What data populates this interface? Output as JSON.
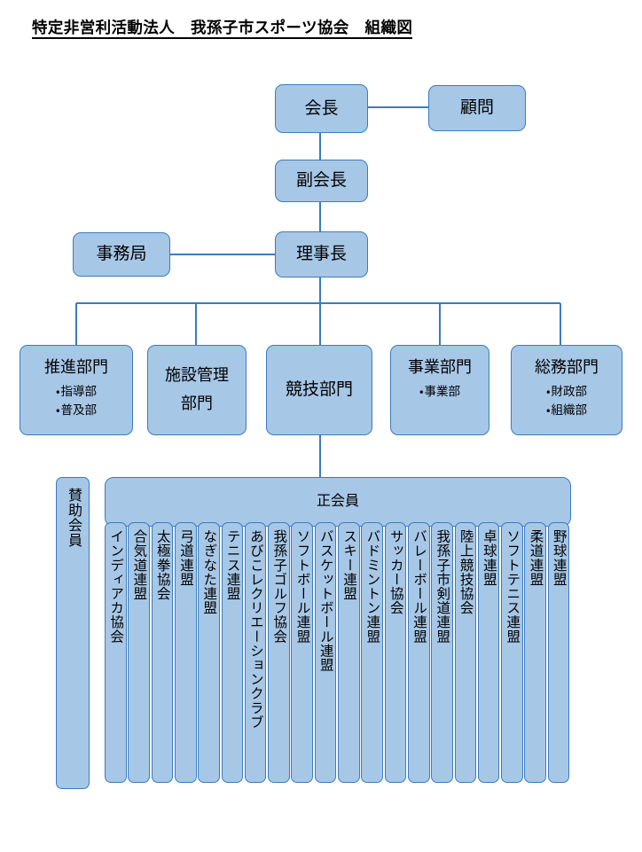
{
  "title": "特定非営利活動法人　我孫子市スポーツ協会　組織図",
  "colors": {
    "box_fill": "#a7c7e7",
    "box_border": "#3a7cbe",
    "connector": "#3a7cbe",
    "text": "#000000",
    "background": "#ffffff"
  },
  "hierarchy": {
    "president": "会長",
    "advisor": "顧問",
    "vice_president": "副会長",
    "chairman": "理事長",
    "secretariat": "事務局"
  },
  "departments": [
    {
      "name": "推進部門",
      "two_line": false,
      "subs": [
        "指導部",
        "普及部"
      ]
    },
    {
      "name": "施設管理\n部門",
      "two_line": true,
      "subs": []
    },
    {
      "name": "競技部門",
      "two_line": false,
      "subs": []
    },
    {
      "name": "事業部門",
      "two_line": false,
      "subs": [
        "事業部"
      ]
    },
    {
      "name": "総務部門",
      "two_line": false,
      "subs": [
        "財政部",
        "組織部"
      ]
    }
  ],
  "membership": {
    "regular_label": "正会員",
    "supporting_label": "賛助会員"
  },
  "member_organizations": [
    "インディアカ協会",
    "合気道連盟",
    "太極拳協会",
    "弓道連盟",
    "なぎなた連盟",
    "テニス連盟",
    "あびこレクリエーションクラブ",
    "我孫子ゴルフ協会",
    "ソフトボール連盟",
    "バスケットボール連盟",
    "スキー連盟",
    "バドミントン連盟",
    "サッカー協会",
    "バレーボール連盟",
    "我孫子市剣道連盟",
    "陸上競技協会",
    "卓球連盟",
    "ソフトテニス連盟",
    "柔道連盟",
    "野球連盟"
  ]
}
